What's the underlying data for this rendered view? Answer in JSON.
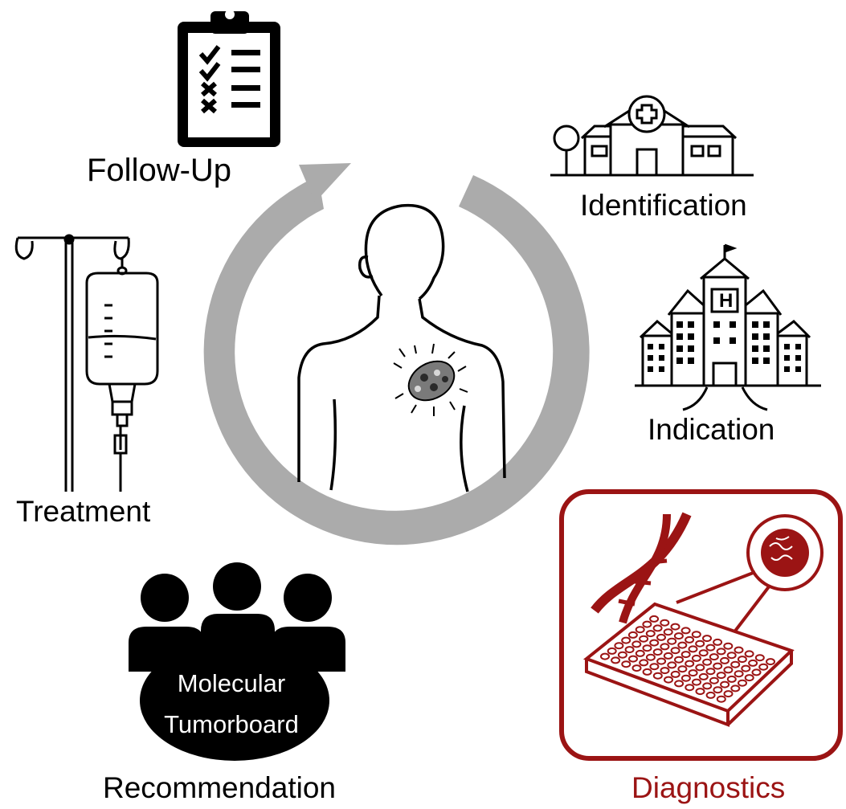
{
  "stages": {
    "follow_up": "Follow-Up",
    "identification": "Identification",
    "indication": "Indication",
    "diagnostics": "Diagnostics",
    "recommendation": "Recommendation",
    "treatment": "Treatment"
  },
  "tumorboard": {
    "line1": "Molecular",
    "line2": "Tumorboard"
  },
  "colors": {
    "cycle_arrow": "#ababab",
    "diagnostics_accent": "#9b1414",
    "icons": "#000000"
  },
  "icons": [
    "clipboard-checklist-icon",
    "hospital-icon",
    "city-hospital-icon",
    "iv-drip-icon",
    "team-people-icon",
    "dna-icon",
    "microplate-icon",
    "patient-body-icon",
    "tumor-icon"
  ]
}
